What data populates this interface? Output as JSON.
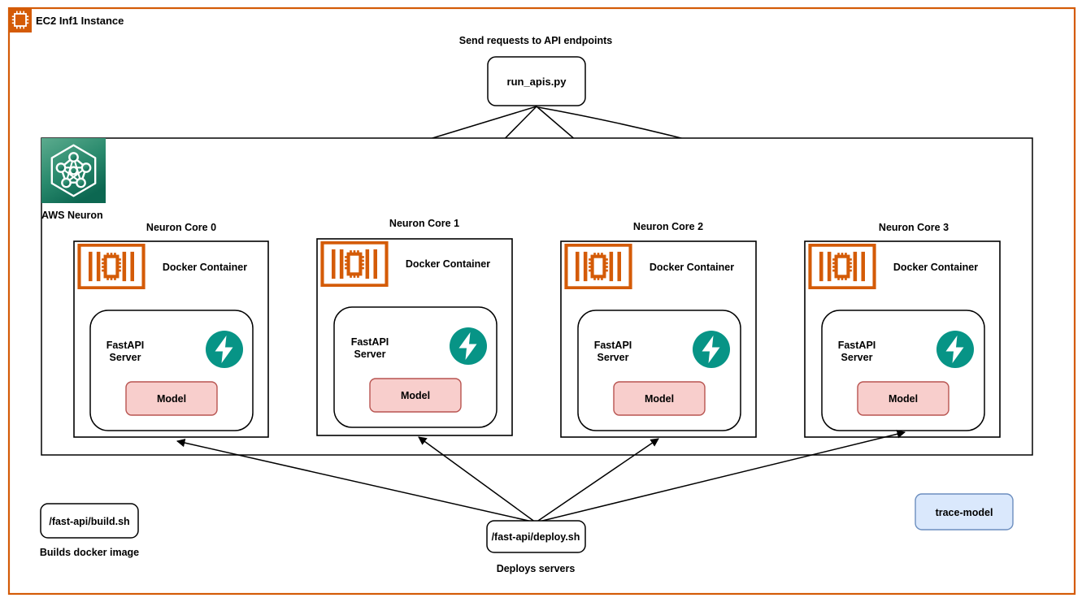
{
  "diagram": {
    "title": "EC2 Inf1 Instance",
    "type": "architecture-diagram",
    "colors": {
      "ec2_orange": "#d45b07",
      "neuron_teal_light": "#4aa389",
      "neuron_teal_dark": "#0f6b52",
      "fastapi_teal": "#079486",
      "model_fill": "#f8cecc",
      "model_stroke": "#b85450",
      "trace_fill": "#dae8fc",
      "trace_stroke": "#6c8ebf",
      "chip_orange": "#d45b07"
    }
  },
  "header": {
    "instance_label": "EC2 Inf1 Instance",
    "instance_icon": "chip-icon"
  },
  "top": {
    "caption": "Send requests to API endpoints",
    "script_box": "run_apis.py"
  },
  "neuron": {
    "logo_label": "AWS Neuron",
    "logo_icon": "aws-neuron-hexagon-icon"
  },
  "cores": [
    {
      "core_label": "Neuron Core 0",
      "container_label": "Docker Container",
      "server_label_line1": "FastAPI",
      "server_label_line2": "Server",
      "model_label": "Model",
      "chip_icon": "inferentia-chip-icon",
      "server_icon": "fastapi-bolt-icon"
    },
    {
      "core_label": "Neuron Core 1",
      "container_label": "Docker Container",
      "server_label_line1": "FastAPI",
      "server_label_line2": "Server",
      "model_label": "Model",
      "chip_icon": "inferentia-chip-icon",
      "server_icon": "fastapi-bolt-icon"
    },
    {
      "core_label": "Neuron Core 2",
      "container_label": "Docker Container",
      "server_label_line1": "FastAPI",
      "server_label_line2": "Server",
      "model_label": "Model",
      "chip_icon": "inferentia-chip-icon",
      "server_icon": "fastapi-bolt-icon"
    },
    {
      "core_label": "Neuron Core 3",
      "container_label": "Docker Container",
      "server_label_line1": "FastAPI",
      "server_label_line2": "Server",
      "model_label": "Model",
      "chip_icon": "inferentia-chip-icon",
      "server_icon": "fastapi-bolt-icon"
    }
  ],
  "bottom": {
    "build_script": "/fast-api/build.sh",
    "build_caption": "Builds docker image",
    "deploy_script": "/fast-api/deploy.sh",
    "deploy_caption": "Deploys servers",
    "trace_model": "trace-model"
  }
}
